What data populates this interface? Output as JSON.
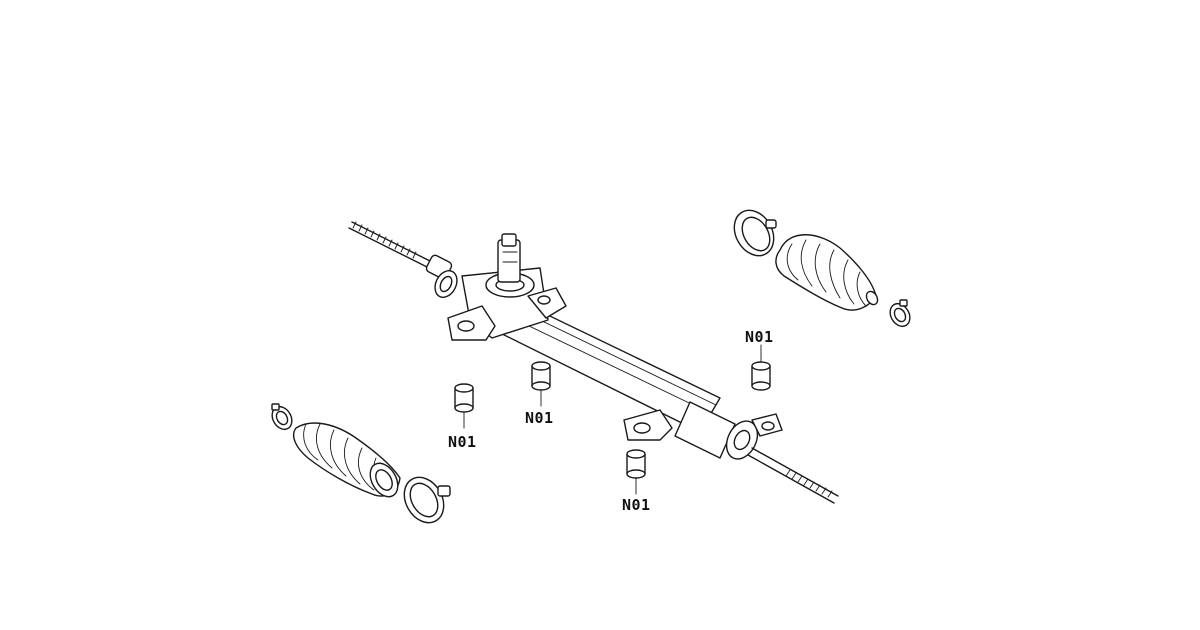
{
  "diagram": {
    "callouts": [
      {
        "id": "n01-a",
        "label": "N01"
      },
      {
        "id": "n01-b",
        "label": "N01"
      },
      {
        "id": "n01-c",
        "label": "N01"
      },
      {
        "id": "n01-d",
        "label": "N01"
      }
    ]
  },
  "colors": {
    "line": "#1a1a1a",
    "background": "#ffffff"
  }
}
